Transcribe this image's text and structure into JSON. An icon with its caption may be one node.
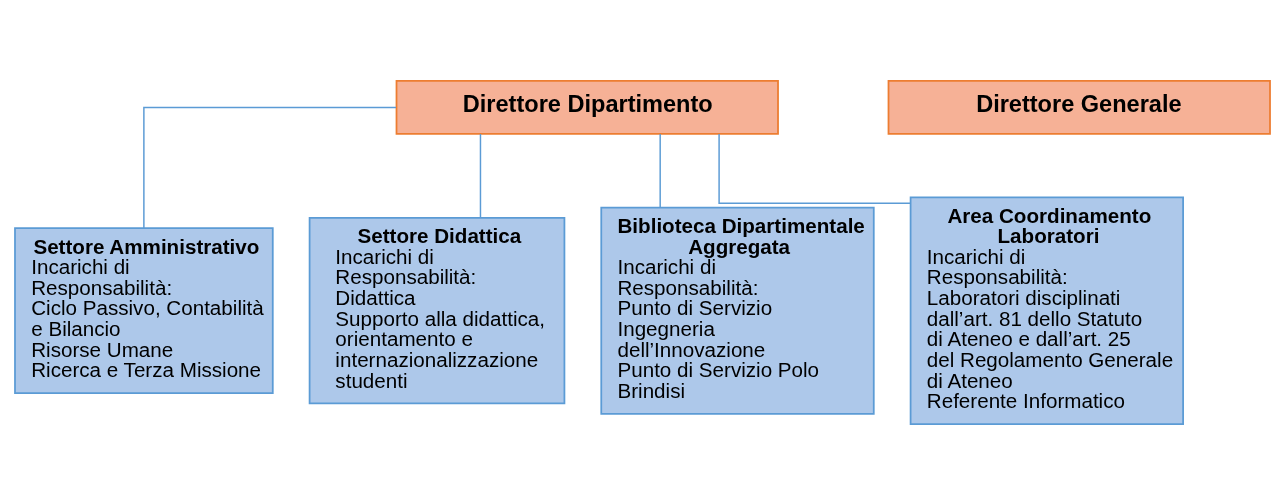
{
  "diagram": {
    "nodes": [
      {
        "text": [
          "Direttore Dipartimento"
        ]
      },
      {
        "text": [
          "Direttore Generale"
        ]
      },
      {
        "text": [
          "Settore Amministrativo",
          "Incarichi di Responsabilità:",
          "Ciclo Passivo, Contabilità e Bilancio",
          "Risorse Umane",
          "Ricerca e Terza Missione"
        ]
      },
      {
        "text": [
          "Settore Didattica",
          "Incarichi di Responsabilità:",
          "Didattica",
          "Supporto alla didattica, orientamento e internazionalizzazione studenti"
        ]
      },
      {
        "text": [
          "Biblioteca Dipartimentale Aggregata",
          "Incarichi di Responsabilità:",
          "Punto di Servizio Ingegneria dell’Innovazione",
          "Punto di Servizio Polo Brindisi"
        ]
      },
      {
        "text": [
          "Area Coordinamento Laboratori",
          "Incarichi di Responsabilità:",
          "Laboratori disciplinati dall’art. 81 dello Statuto di Ateneo e dall’art. 25 del Regolamento Generale di Ateneo",
          "Referente Informatico"
        ]
      }
    ],
    "edges": [
      {
        "from": 0,
        "to": 2,
        "arrow": "none"
      },
      {
        "from": 0,
        "to": 3,
        "arrow": "none"
      },
      {
        "from": 0,
        "to": 4,
        "arrow": "none"
      },
      {
        "from": 0,
        "to": 5,
        "arrow": "none"
      }
    ]
  }
}
